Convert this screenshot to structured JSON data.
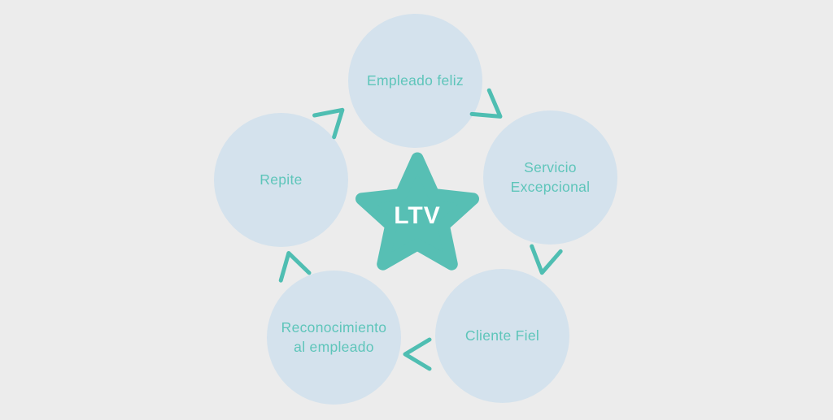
{
  "diagram": {
    "type": "cycle",
    "flow_direction": "clockwise",
    "center": {
      "shape": "star",
      "label": "LTV"
    },
    "nodes": [
      {
        "label": "Empleado feliz",
        "position": "top"
      },
      {
        "label": "Servicio Excepcional",
        "position": "right"
      },
      {
        "label": "Cliente Fiel",
        "position": "bottom-right"
      },
      {
        "label": "Reconocimiento al empleado",
        "position": "bottom-left"
      },
      {
        "label": "Repite",
        "position": "left"
      }
    ],
    "arrows": [
      {
        "from": "Repite",
        "to": "Empleado feliz"
      },
      {
        "from": "Empleado feliz",
        "to": "Servicio Excepcional"
      },
      {
        "from": "Servicio Excepcional",
        "to": "Cliente Fiel"
      },
      {
        "from": "Cliente Fiel",
        "to": "Reconocimiento al empleado"
      },
      {
        "from": "Reconocimiento al empleado",
        "to": "Repite"
      }
    ],
    "colors": {
      "background": "#ececec",
      "circle_fill": "#d4e2ed",
      "node_text": "#5ec5ba",
      "star_fill": "#57bfb4",
      "star_text": "#ffffff",
      "arrow": "#4fbeb2"
    }
  }
}
